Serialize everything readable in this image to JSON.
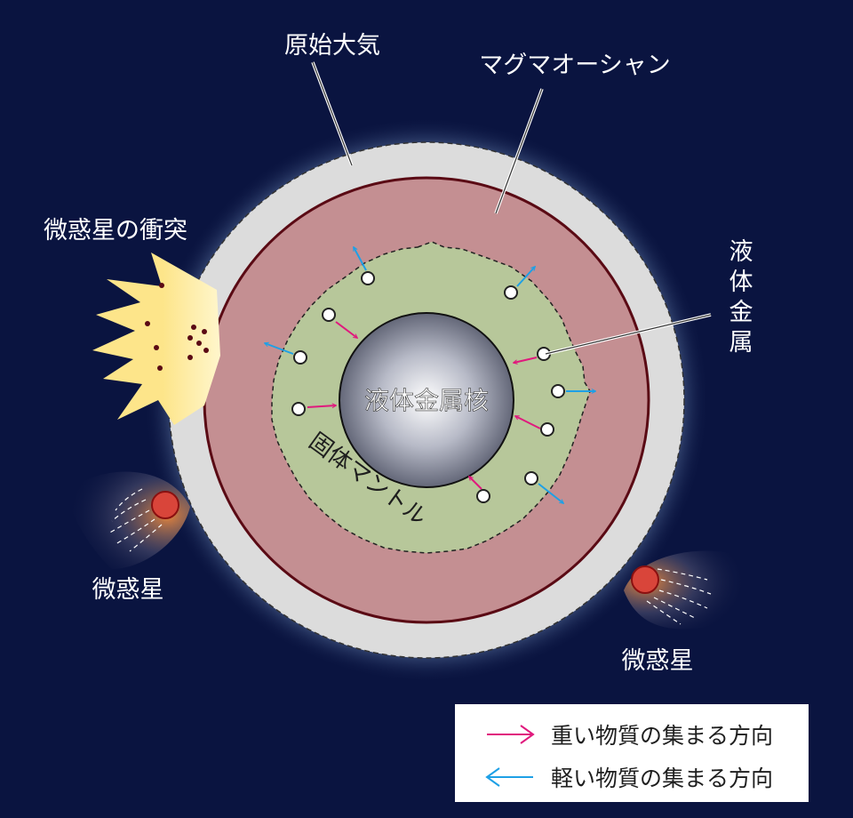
{
  "labels": {
    "atmosphere": "原始大気",
    "magma_ocean": "マグマオーシャン",
    "impact": "微惑星の衝突",
    "liquid_metal_line1": "液",
    "liquid_metal_line2": "体",
    "liquid_metal_line3": "金",
    "liquid_metal_line4": "属",
    "core": "液体金属核",
    "mantle": "固体マントル",
    "planetesimal_left": "微惑星",
    "planetesimal_right": "微惑星"
  },
  "legend": {
    "heavy": "重い物質の集まる方向",
    "light": "軽い物質の集まる方向"
  },
  "colors": {
    "background": "#0a1440",
    "atmosphere": "#dcdcdc",
    "magma": "#c48f92",
    "magma_border": "#5a0a14",
    "mantle": "#b7c79a",
    "impact": "#fde58a",
    "heavy_arrow": "#e0197d",
    "light_arrow": "#1ea0e6",
    "planetesimal": "#d9453a"
  },
  "icons": [
    "pink-arrow-icon",
    "blue-arrow-icon"
  ]
}
